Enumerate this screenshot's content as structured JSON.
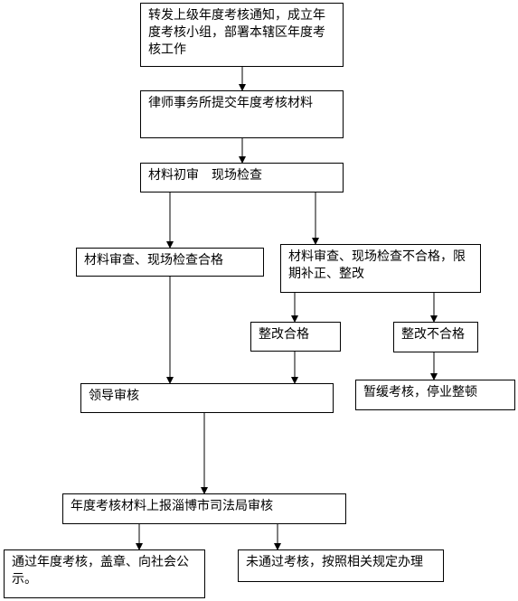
{
  "flowchart": {
    "step1": "转发上级年度考核通知，成立年度考核小组，部署本辖区年度考核工作",
    "step2": "律师事务所提交年度考核材料",
    "step3": "材料初审　现场检查",
    "pass_check": "材料审查、现场检查合格",
    "fail_check": "材料审查、现场检查不合格，限期补正、整改",
    "rectify_pass": "整改合格",
    "rectify_fail": "整改不合格",
    "suspend": "暂缓考核，停业整顿",
    "leader_review": "领导审核",
    "report": "年度考核材料上报淄博市司法局审核",
    "passed": "通过年度考核，盖章、向社会公示。",
    "not_passed": "未通过考核，按照相关规定办理"
  }
}
